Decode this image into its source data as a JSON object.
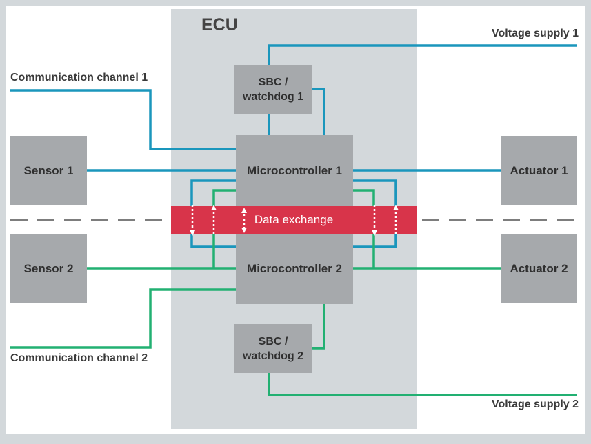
{
  "ecu": {
    "title": "ECU"
  },
  "colors": {
    "background": "#ffffff",
    "frame": "#d3d8db",
    "ecu_box": "#d3d8db",
    "block": "#a6a9ac",
    "channel_1": "#1a96bc",
    "channel_2": "#22b072",
    "data_exchange": "#d8344a",
    "divider": "#7d7d7d"
  },
  "nodes": {
    "sensor1": "Sensor 1",
    "sensor2": "Sensor 2",
    "actuator1": "Actuator 1",
    "actuator2": "Actuator 2",
    "mc1": "Microcontroller 1",
    "mc2": "Microcontroller 2",
    "sbc1_line1": "SBC /",
    "sbc1_line2": "watchdog 1",
    "sbc2_line1": "SBC /",
    "sbc2_line2": "watchdog 2"
  },
  "labels": {
    "comm1": "Communication channel 1",
    "comm2": "Communication channel 2",
    "vs1": "Voltage supply 1",
    "vs2": "Voltage supply 2",
    "data_exchange": "Data exchange"
  }
}
